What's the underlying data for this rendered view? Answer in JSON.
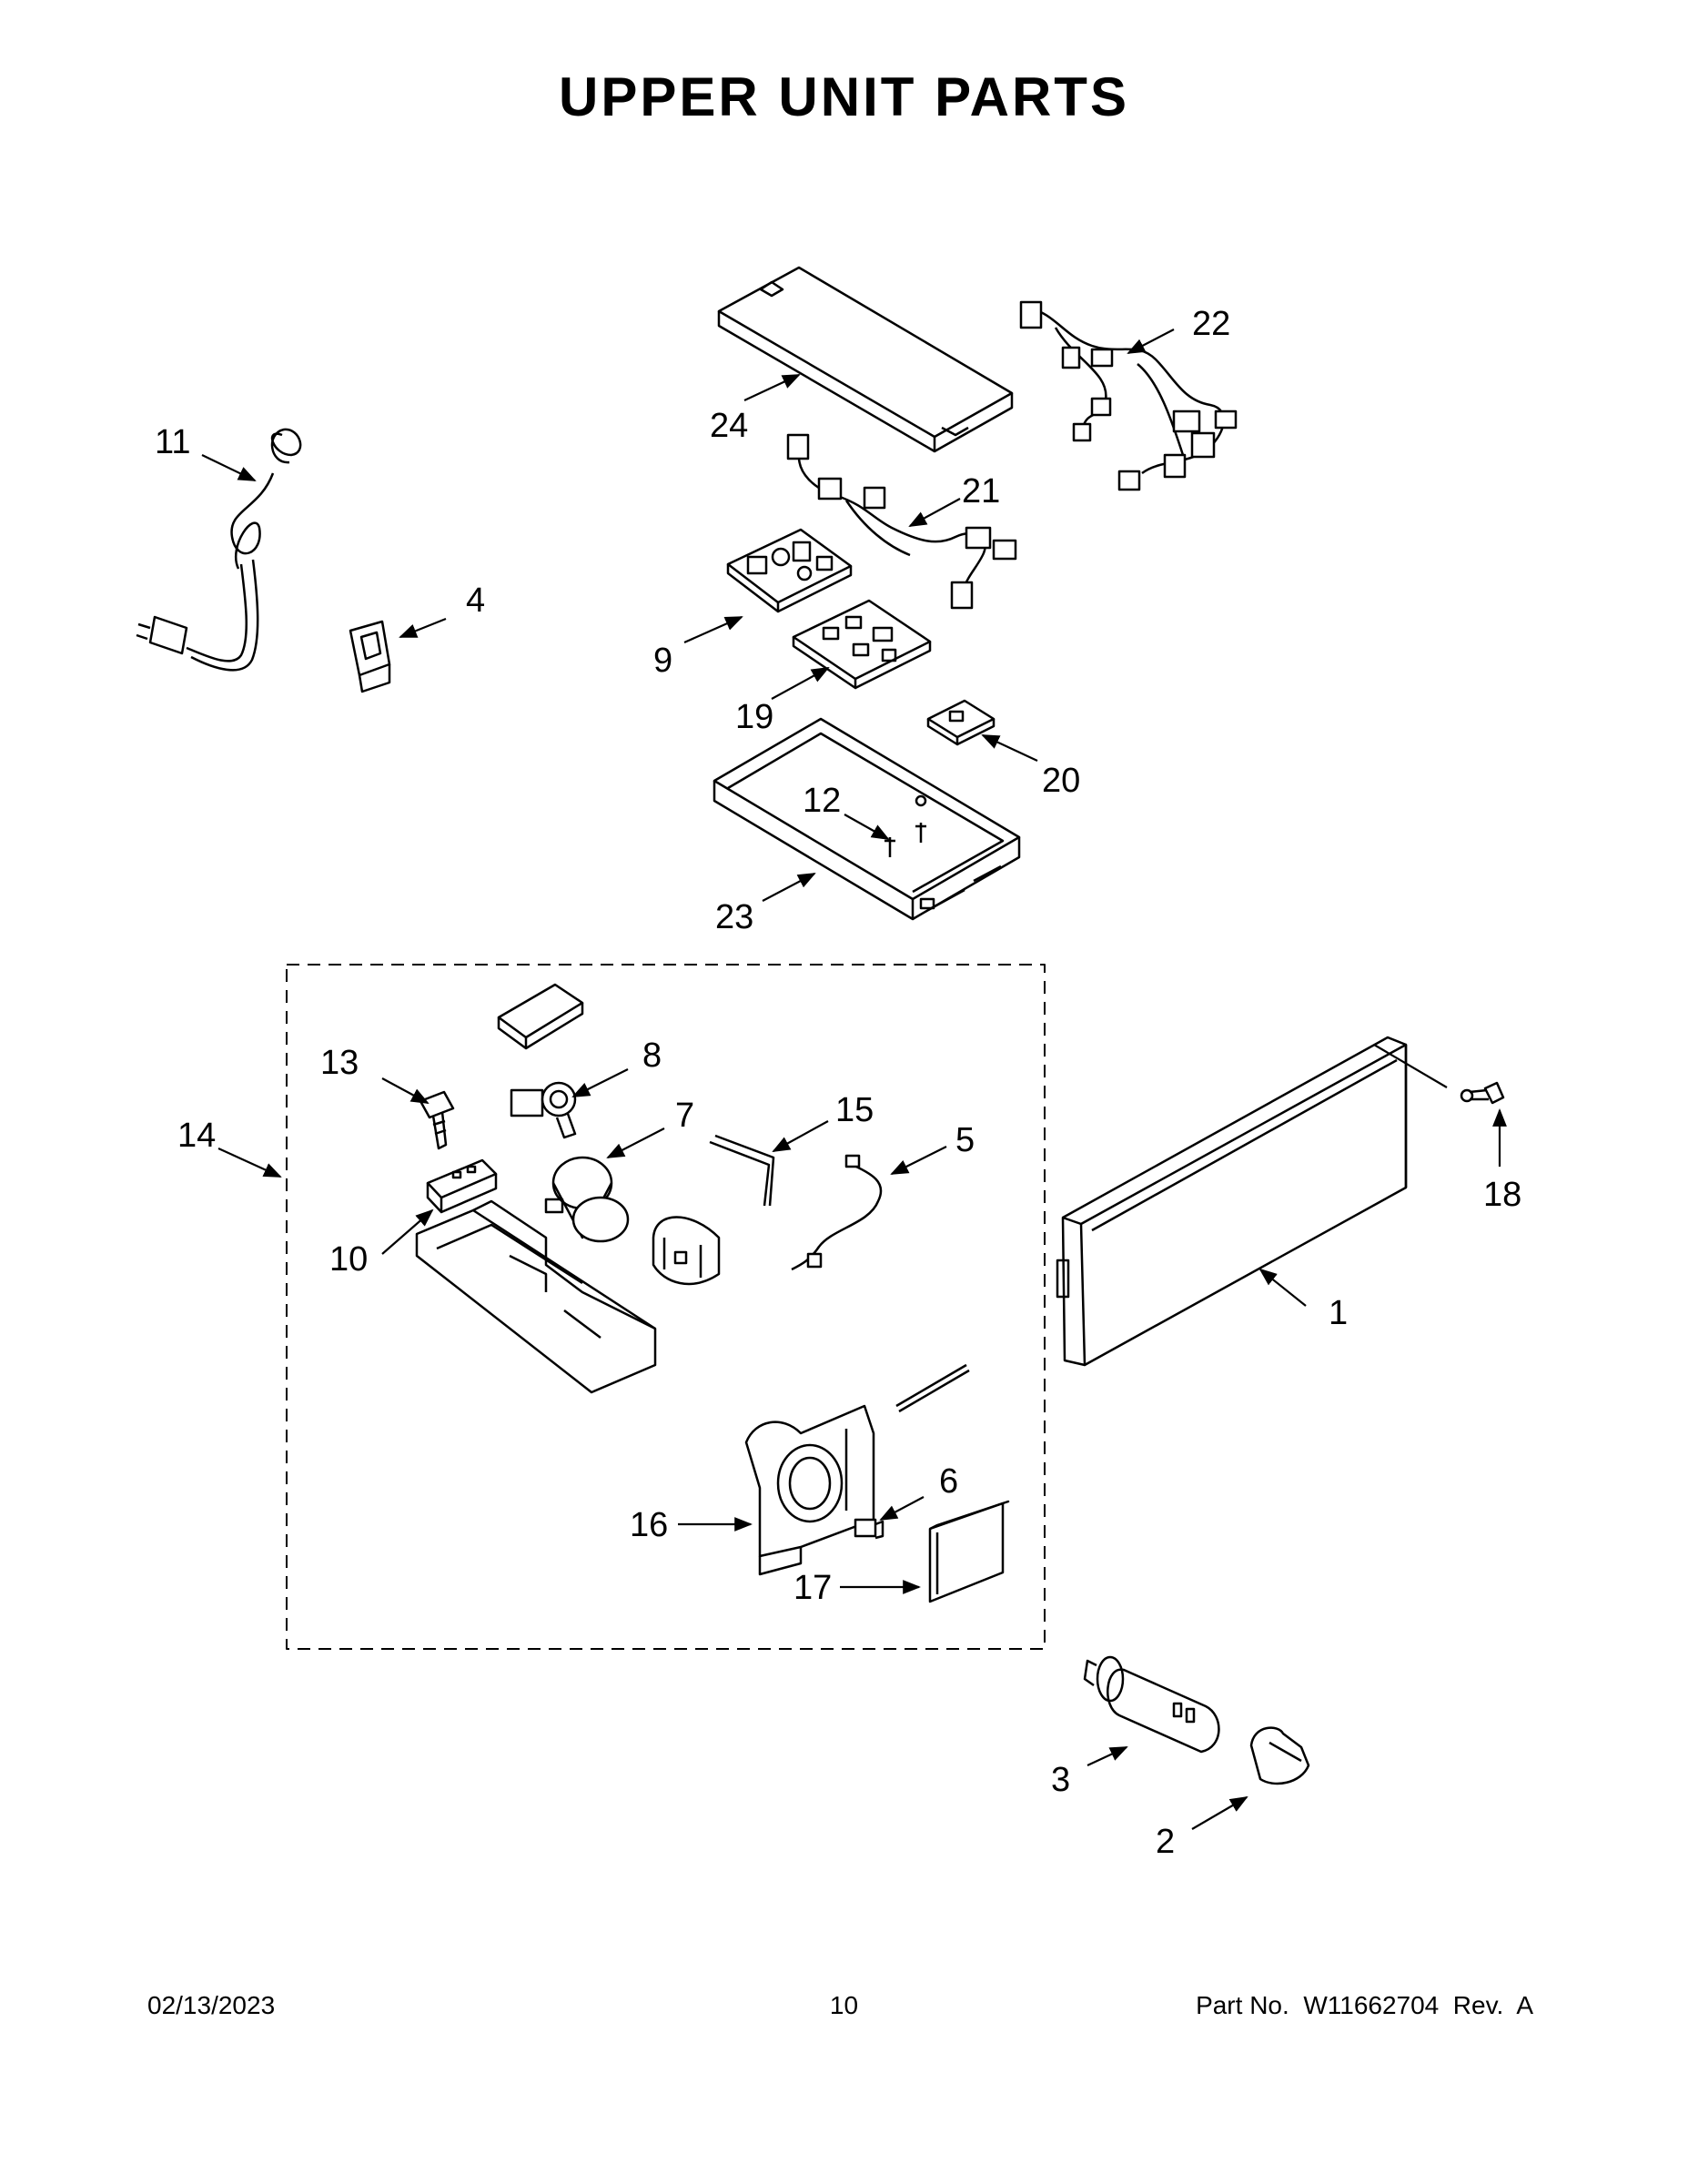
{
  "title": "UPPER UNIT PARTS",
  "callouts": {
    "c1": "1",
    "c2": "2",
    "c3": "3",
    "c4": "4",
    "c5": "5",
    "c6": "6",
    "c7": "7",
    "c8": "8",
    "c9": "9",
    "c10": "10",
    "c11": "11",
    "c12": "12",
    "c13": "13",
    "c14": "14",
    "c15": "15",
    "c16": "16",
    "c17": "17",
    "c18": "18",
    "c19": "19",
    "c20": "20",
    "c21": "21",
    "c22": "22",
    "c23": "23",
    "c24": "24"
  },
  "footer": {
    "date": "02/13/2023",
    "page": "10",
    "part_number": "Part No.  W11662704  Rev.  A"
  }
}
